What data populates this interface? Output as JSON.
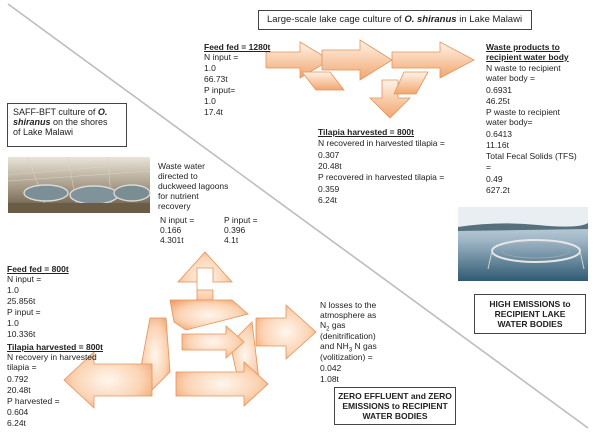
{
  "lake": {
    "title_prefix": "Large-scale lake cage culture of ",
    "title_species": "O. shiranus",
    "title_suffix": " in Lake Malawi",
    "feed_fed": "Feed fed = 1280t",
    "n_input_label": "N input =",
    "n_input_val": "1.0",
    "n_input_t": "66.73t",
    "p_input_label": "P input=",
    "p_input_val": "1.0",
    "p_input_t": "17.4t",
    "waste_title_1": "Waste products to",
    "waste_title_2": "recipient water body",
    "n_waste_1": "N waste to recipient",
    "n_waste_2": "water body =",
    "n_waste_val": "0.6931",
    "n_waste_t": "46.25t",
    "p_waste_1": "P waste to recipient",
    "p_waste_2": "water body=",
    "p_waste_val": "0.6413",
    "p_waste_t": "11.16t",
    "tfs_label": "Total Fecal Solids (TFS)",
    "tfs_eq": "=",
    "tfs_val": "0.49",
    "tfs_t": "627.2t",
    "tilapia_harvested": "Tilapia harvested = 800t",
    "n_rec_label": "N recovered in harvested tilapia =",
    "n_rec_val": "0.307",
    "n_rec_t": "20.48t",
    "p_rec_label": "P recovered in harvested tilapia =",
    "p_rec_val": "0.359",
    "p_rec_t": "6.24t",
    "emissions_1": "HIGH EMISSIONS to",
    "emissions_2": "RECIPIENT LAKE",
    "emissions_3": "WATER BODIES"
  },
  "saff": {
    "title_1": "SAFF-BFT culture of ",
    "title_species": "O.",
    "title_2": "shiranus",
    "title_3": " on the shores",
    "title_4": "of Lake Malawi",
    "ww_1": "Waste water",
    "ww_2": "directed to",
    "ww_3": "duckweed lagoons",
    "ww_4": "for nutrient",
    "ww_5": "recovery",
    "ww_n_label": "N  input =",
    "ww_n_val": "0.166",
    "ww_n_t": "4.301t",
    "ww_p_label": "P input =",
    "ww_p_val": "0.396",
    "ww_p_t": "4.1t",
    "feed_fed": "Feed fed = 800t",
    "n_input_label": "N input =",
    "n_input_val": "1.0",
    "n_input_t": "25.856t",
    "p_input_label": "P input =",
    "p_input_val": "1.0",
    "p_input_t": "10.336t",
    "tilapia_harvested": "Tilapia harvested = 800t",
    "n_rec_1": "N recovery in harvested",
    "n_rec_2": "tilapia =",
    "n_rec_val": "0.792",
    "n_rec_t": "20.48t",
    "p_harv_label": "P harvested =",
    "p_harv_val": "0.604",
    "p_harv_t": "6.24t",
    "loss_1": "N losses to the",
    "loss_2": "atmosphere as",
    "loss_3a": "N",
    "loss_3sub": "2",
    "loss_3b": " gas",
    "loss_4": "(denitrification)",
    "loss_5a": "and NH",
    "loss_5sub": "3",
    "loss_5b": " N gas",
    "loss_6": "(volitization) =",
    "loss_val": "0.042",
    "loss_t": "1.08t",
    "zero_1": "ZERO EFFLUENT and ZERO",
    "zero_2": "EMISSIONS to RECIPIENT",
    "zero_3": "WATER BODIES"
  },
  "colors": {
    "arrow_light": "#fde3cf",
    "arrow_dark": "#f2a46c",
    "diagonal": "#bdbdbd"
  }
}
